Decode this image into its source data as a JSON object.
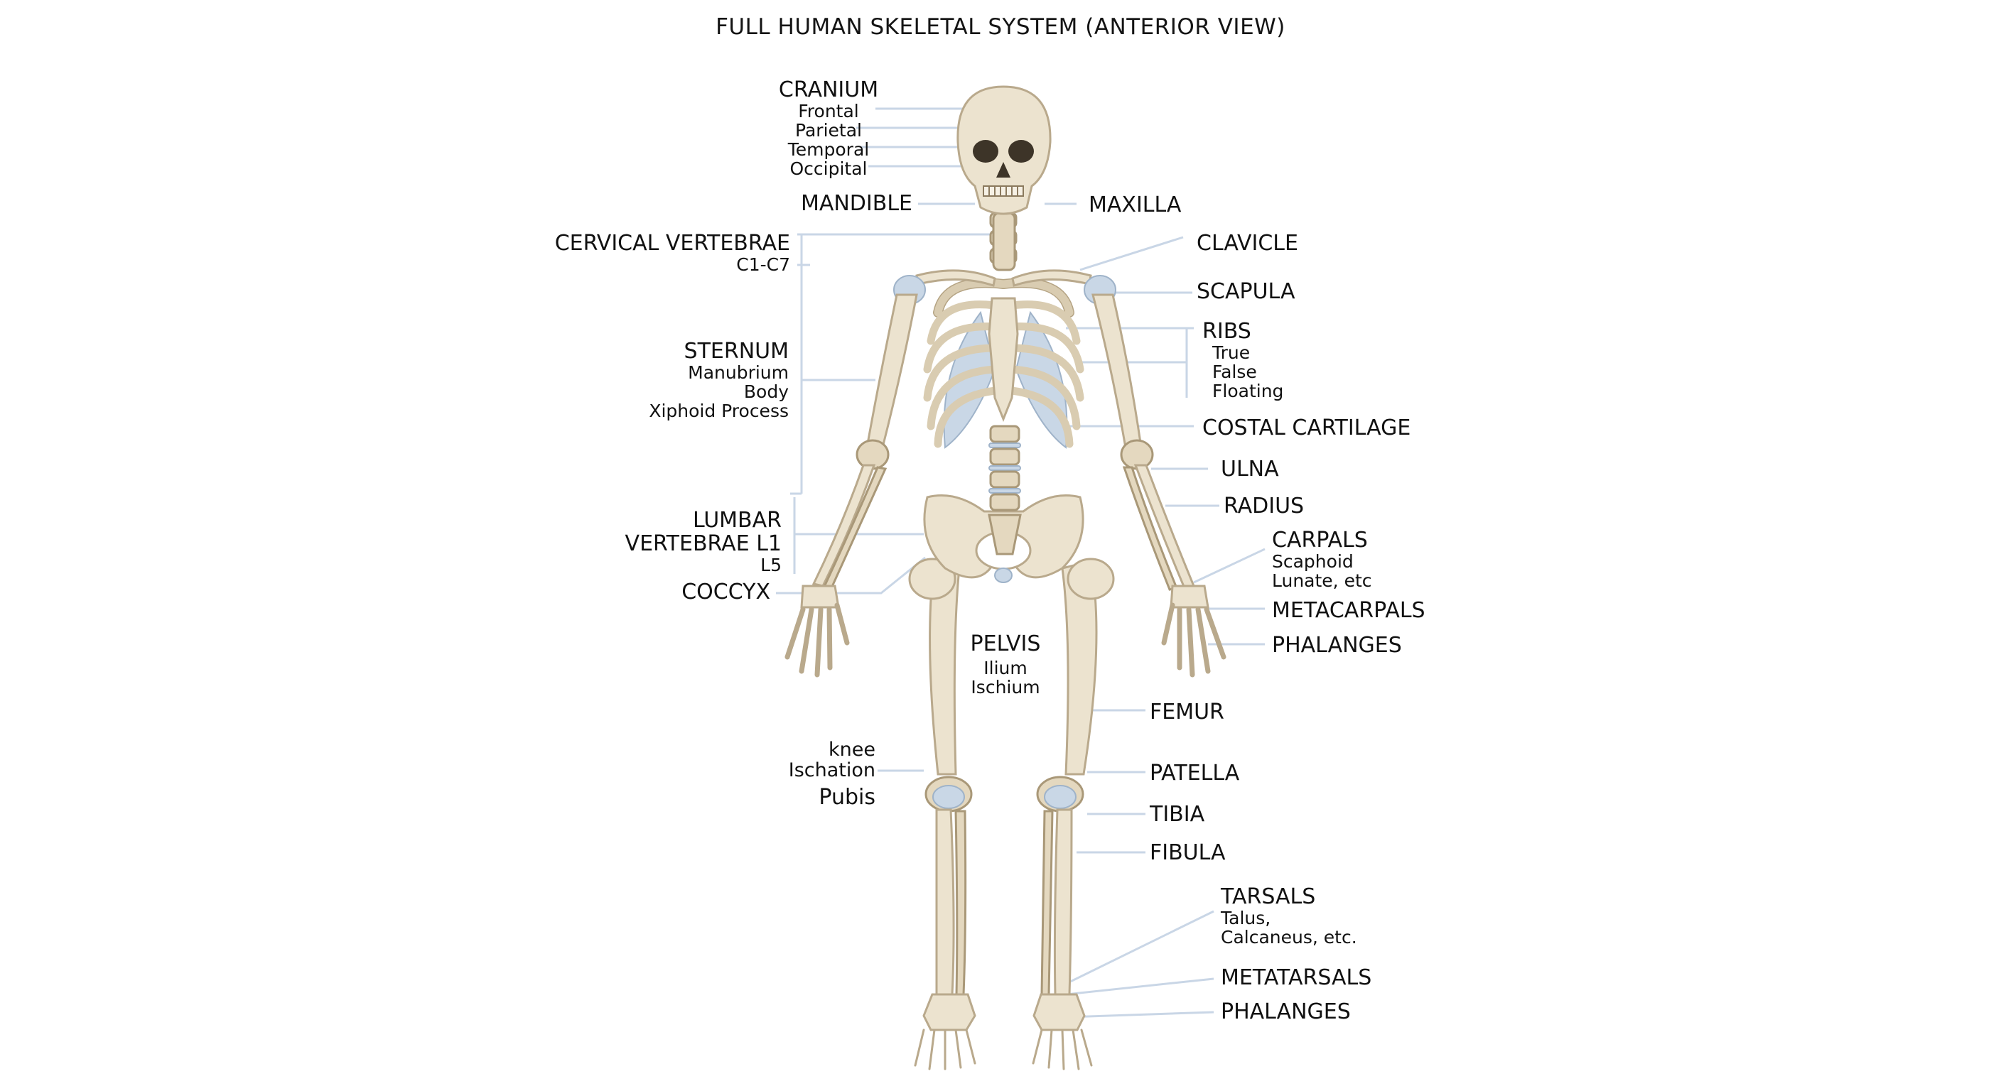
{
  "title": "FULL HUMAN SKELETAL SYSTEM (ANTERIOR VIEW)",
  "labels": {
    "cranium": {
      "main": "CRANIUM",
      "subs": [
        "Frontal",
        "Parietal",
        "Temporal",
        "Occipital"
      ]
    },
    "mandible": {
      "main": "MANDIBLE"
    },
    "maxilla": {
      "main": "MAXILLA"
    },
    "cervical": {
      "main": "CERVICAL VERTEBRAE",
      "sub": "C1-C7"
    },
    "clavicle": {
      "main": "CLAVICLE"
    },
    "scapula": {
      "main": "SCAPULA"
    },
    "ribs": {
      "main": "RIBS",
      "subs": [
        "True",
        "False",
        "Floating"
      ]
    },
    "sternum": {
      "main": "STERNUM",
      "subs": [
        "Manubrium",
        "Body",
        "Xiphoid Process"
      ]
    },
    "costal": {
      "main": "COSTAL CARTILAGE"
    },
    "ulna": {
      "main": "ULNA"
    },
    "radius": {
      "main": "RADIUS"
    },
    "lumbar": {
      "line1": "LUMBAR",
      "line2": "VERTEBRAE L1",
      "line3": "L5"
    },
    "carpals": {
      "main": "CARPALS",
      "subs": [
        "Scaphoid",
        "Lunate, etc"
      ]
    },
    "coccyx": {
      "main": "COCCYX"
    },
    "metacarpals": {
      "main": "METACARPALS"
    },
    "phalanges_hand": {
      "main": "PHALANGES"
    },
    "pelvis": {
      "main": "PELVIS",
      "subs": [
        "Ilium",
        "Ischium"
      ]
    },
    "femur": {
      "main": "FEMUR"
    },
    "knee": {
      "lines": [
        "knee",
        "Ischation"
      ],
      "main": "Pubis"
    },
    "patella": {
      "main": "PATELLA"
    },
    "tibia": {
      "main": "TIBIA"
    },
    "fibula": {
      "main": "FIBULA"
    },
    "tarsals": {
      "main": "TARSALS",
      "subs": [
        "Talus,",
        "Calcaneus, etc."
      ]
    },
    "metatarsals": {
      "main": "METATARSALS"
    },
    "phalanges_foot": {
      "main": "PHALANGES"
    }
  },
  "colors": {
    "background": "#ffffff",
    "bone": "#ece3cf",
    "cartilage": "#c9d7e6",
    "leader_line": "#c9d6e6",
    "text": "#111111"
  }
}
